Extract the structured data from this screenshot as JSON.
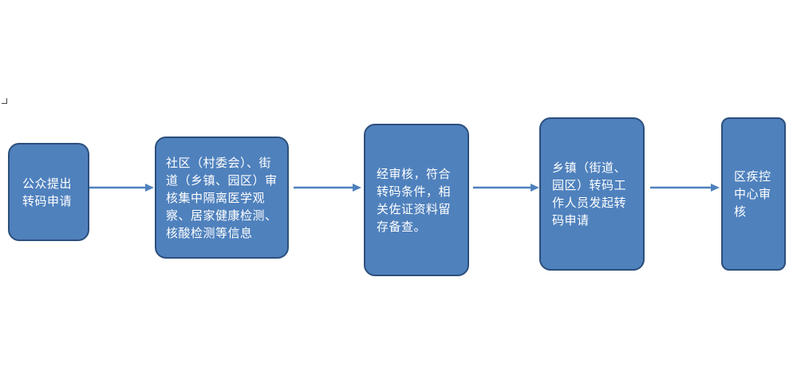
{
  "diagram": {
    "steps": [
      {
        "id": "step1",
        "text": "公众提出转码申请"
      },
      {
        "id": "step2",
        "text": "社区（村委会）、街道（乡镇、园区）审核集中隔离医学观察、居家健康检测、核酸检测等信息"
      },
      {
        "id": "step3",
        "text": "经审核，符合转码条件，相关佐证资料留存备查。"
      },
      {
        "id": "step4",
        "text": "乡镇（街道、园区）转码工作人员发起转码申请"
      },
      {
        "id": "step5",
        "text": "区疾控中心审核"
      }
    ],
    "colors": {
      "box_fill": "#4f81bd",
      "box_border": "#2c4f7c",
      "arrow": "#4f81bd",
      "text": "#ffffff"
    }
  }
}
